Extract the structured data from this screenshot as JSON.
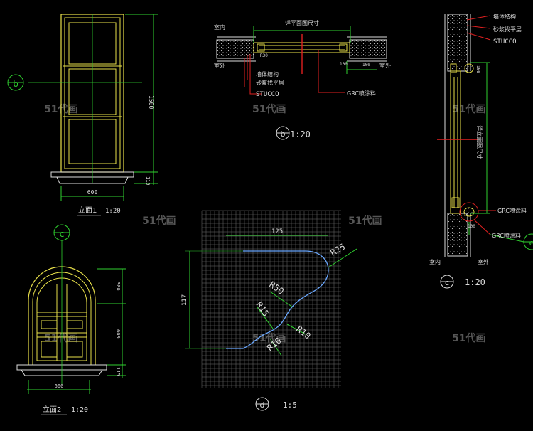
{
  "colors": {
    "background": "#000000",
    "outline": "#e8e04a",
    "dimension": "#2fd12f",
    "white_line": "#dcdcdc",
    "leader": "#e02020",
    "grid": "#7a7a7a",
    "profile": "#6aa8ff",
    "callout_text": "#ffffff"
  },
  "watermark": "51代画",
  "view_1": {
    "title": "立面1",
    "scale": "1:20",
    "dim_width": "600",
    "dim_height": "1500",
    "dim_sill": "115",
    "section_mark": "b"
  },
  "view_2": {
    "title": "立面2",
    "scale": "1:20",
    "dim_width": "600",
    "dim_arch": "300",
    "dim_body": "600",
    "dim_sill": "115",
    "section_mark": "c"
  },
  "section_b": {
    "mark": "b",
    "scale": "1:20",
    "top_dim": "详平面图尺寸",
    "indoor": "室内",
    "outdoor": "室外",
    "dim_left": "R30",
    "dim_small": "100",
    "dim_small2": "100",
    "outdoor_right": "室外",
    "callouts": [
      "墙体结构",
      "砂浆找平层",
      "STUCCO"
    ],
    "grc": "GRC喷涂料"
  },
  "section_c": {
    "mark": "c",
    "scale": "1:20",
    "callouts": [
      "墙体结构",
      "砂浆找平层",
      "STUCCO"
    ],
    "vertical_dim": "详立面图尺寸",
    "dim_top": "100",
    "grc_1": "GRC喷涂料",
    "grc_2": "GRC喷涂料",
    "dim_bottom": "100",
    "indoor": "室内",
    "outdoor": "室外",
    "ref_mark": "e"
  },
  "detail_d": {
    "mark": "d",
    "scale": "1:5",
    "dim_width": "125",
    "dim_height": "117",
    "radii": [
      "R25",
      "R50",
      "R15",
      "R10",
      "R10"
    ]
  }
}
